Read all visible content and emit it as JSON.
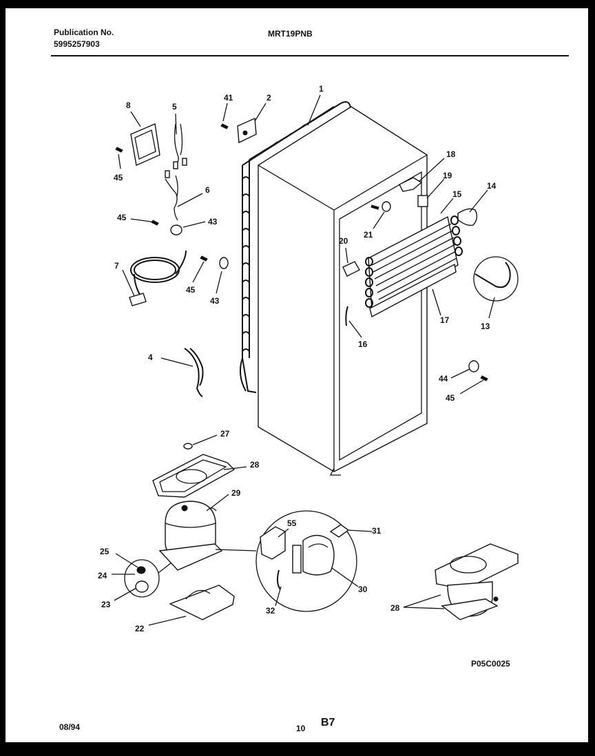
{
  "header": {
    "publication_label": "Publication No.",
    "publication_number": "5995257903",
    "model": "MRT19PNB"
  },
  "footer": {
    "date": "08/94",
    "page": "10",
    "section": "B7",
    "figure_code": "P05C0025"
  },
  "callouts": {
    "c1": "1",
    "c2": "2",
    "c4": "4",
    "c5": "5",
    "c6": "6",
    "c7": "7",
    "c8": "8",
    "c13": "13",
    "c14": "14",
    "c15": "15",
    "c16": "16",
    "c17": "17",
    "c18": "18",
    "c19": "19",
    "c20": "20",
    "c21": "21",
    "c22": "22",
    "c23": "23",
    "c24": "24",
    "c25": "25",
    "c27": "27",
    "c28a": "28",
    "c28b": "28",
    "c29": "29",
    "c30": "30",
    "c31": "31",
    "c32": "32",
    "c41": "41",
    "c43a": "43",
    "c43b": "43",
    "c44": "44",
    "c45a": "45",
    "c45b": "45",
    "c45c": "45",
    "c45d": "45",
    "c55": "55"
  }
}
